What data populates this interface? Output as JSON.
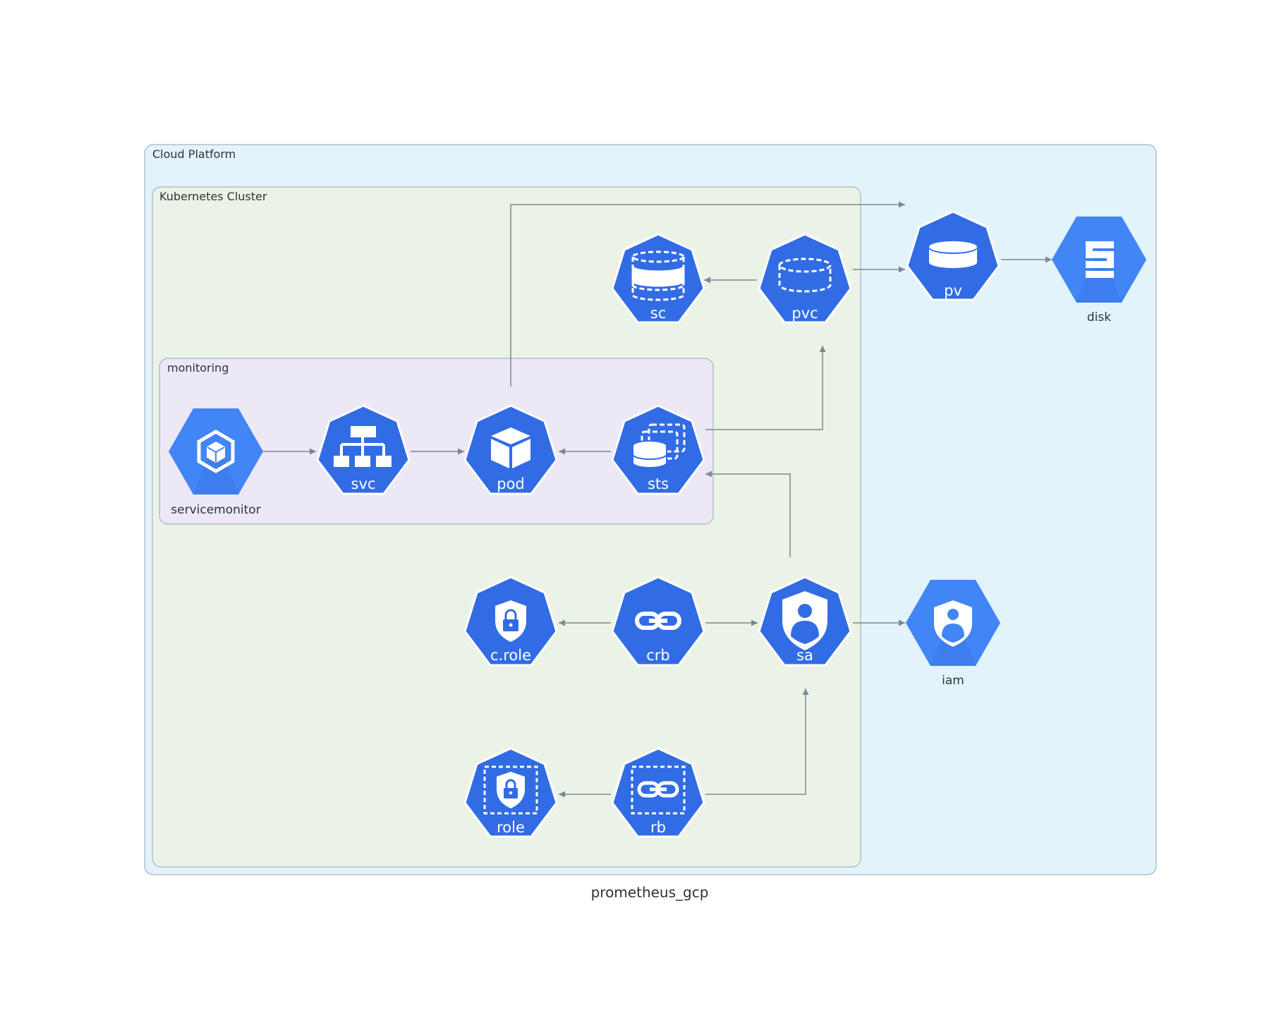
{
  "diagram_title": "prometheus_gcp",
  "clusters": {
    "cloud": "Cloud Platform",
    "k8s": "Kubernetes Cluster",
    "monitoring": "monitoring"
  },
  "nodes": {
    "servicemonitor": "servicemonitor",
    "svc": "svc",
    "pod": "pod",
    "sts": "sts",
    "sc": "sc",
    "pvc": "pvc",
    "pv": "pv",
    "disk": "disk",
    "crole": "c.role",
    "crb": "crb",
    "sa": "sa",
    "iam": "iam",
    "role": "role",
    "rb": "rb"
  },
  "edges": [
    {
      "from": "servicemonitor",
      "to": "svc"
    },
    {
      "from": "svc",
      "to": "pod"
    },
    {
      "from": "sts",
      "to": "pod"
    },
    {
      "from": "pod",
      "to": "pv"
    },
    {
      "from": "sts",
      "to": "pvc"
    },
    {
      "from": "pvc",
      "to": "sc"
    },
    {
      "from": "pvc",
      "to": "pv"
    },
    {
      "from": "pv",
      "to": "disk"
    },
    {
      "from": "sa",
      "to": "sts"
    },
    {
      "from": "crb",
      "to": "crole"
    },
    {
      "from": "crb",
      "to": "sa"
    },
    {
      "from": "sa",
      "to": "iam"
    },
    {
      "from": "rb",
      "to": "role"
    },
    {
      "from": "rb",
      "to": "sa"
    }
  ],
  "colors": {
    "cloud_bg": "#e3f3fc",
    "k8s_bg": "#ebf3e7",
    "monitoring_bg": "#ece8f6",
    "k8s_blue": "#326ce5",
    "gcp_blue": "#4285f4",
    "gcp_shadow": "#3b78e7",
    "edge": "#7b8894"
  }
}
